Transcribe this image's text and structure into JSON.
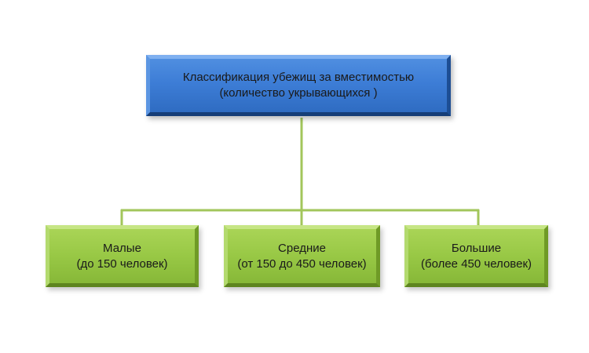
{
  "diagram": {
    "root": {
      "line1": "Классификация убежищ за вместимостью",
      "line2": "(количество укрывающихся )"
    },
    "children": [
      {
        "title": "Малые",
        "subtitle": "(до 150 человек)"
      },
      {
        "title": "Средние",
        "subtitle": "(от 150 до 450 человек)"
      },
      {
        "title": "Большие",
        "subtitle": "(более 450 человек)"
      }
    ]
  },
  "colors": {
    "root_fill": "#3d7dd6",
    "child_fill": "#98c845",
    "connector": "#a2c65b"
  }
}
